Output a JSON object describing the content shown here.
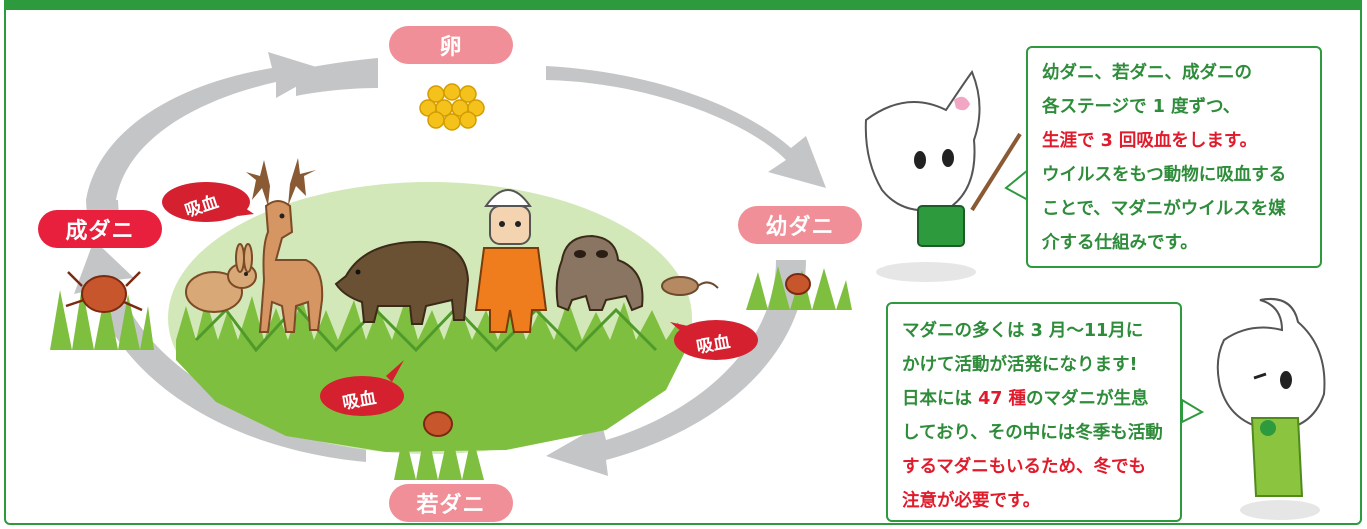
{
  "stages": {
    "egg": "卵",
    "larva": "幼ダニ",
    "nymph": "若ダニ",
    "adult": "成ダニ"
  },
  "bite_label": "吸血",
  "info_box_1": {
    "line1": "幼ダニ、若ダニ、成ダニの",
    "line2": "各ステージで 1 度ずつ、",
    "line3": "生涯で 3 回吸血をします。",
    "line4": "ウイルスをもつ動物に吸血する",
    "line5": "ことで、マダニがウイルスを媒",
    "line6": "介する仕組みです。"
  },
  "info_box_2": {
    "line1": "マダニの多くは 3 月～11月に",
    "line2": "かけて活動が活発になります!",
    "line3a": "日本には ",
    "line3b": "47 種",
    "line3c": "のマダニが生息",
    "line4": "しており、その中には冬季も活動",
    "line5": "するマダニもいるため、冬でも",
    "line6": "注意が必要です。"
  },
  "colors": {
    "frame": "#2e9a3e",
    "arrow": "#c4c5c7",
    "pill_pink": "#f08f97",
    "pill_red": "#e8203d",
    "bite_red": "#d4202f",
    "habitat": "#d3e8b8",
    "text_green": "#2e8c3a",
    "text_red": "#e01b2c"
  }
}
